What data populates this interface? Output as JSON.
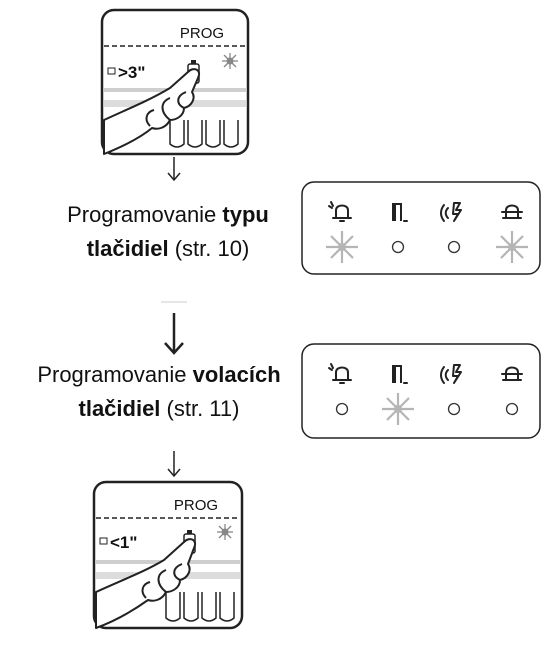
{
  "step1": {
    "device": {
      "prog_label": "PROG",
      "time_label": ">3\""
    }
  },
  "step2": {
    "caption": {
      "prefix": "Programovanie ",
      "bold1": "typu",
      "bold2": "tlačidiel",
      "suffix": " (str. 10)"
    },
    "leds": [
      true,
      false,
      false,
      true
    ]
  },
  "step3": {
    "caption": {
      "prefix": "Programovanie ",
      "bold1": "volacích",
      "bold2": "tlačidiel",
      "suffix": " (str. 11)"
    },
    "leds": [
      false,
      true,
      false,
      false
    ]
  },
  "step4": {
    "device": {
      "prog_label": "PROG",
      "time_label": "<1\""
    }
  },
  "panel_icons": [
    "bell-icon",
    "door-icon",
    "speaker-icon",
    "bell-off-icon"
  ],
  "colors": {
    "led_lit": "#b5b5b5",
    "line": "#222222"
  }
}
